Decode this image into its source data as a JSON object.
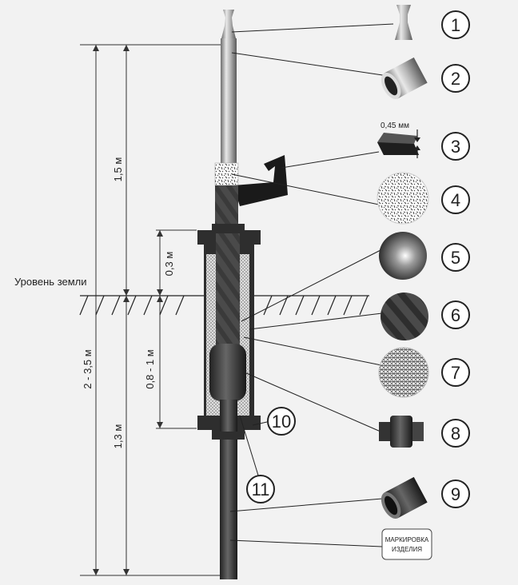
{
  "ground_level_label": "Уровень земли",
  "dimensions": {
    "upper_length": "1,5 м",
    "lower_length": "1,3 м",
    "total_depth": "2 - 3,5 м",
    "cap_height": "0,3 м",
    "body_height": "0,8 - 1 м",
    "tape_thickness": "0,45 мм"
  },
  "marking_label_line1": "МАРКИРОВКА",
  "marking_label_line2": "ИЗДЕЛИЯ",
  "callouts": [
    "1",
    "2",
    "3",
    "4",
    "5",
    "6",
    "7",
    "8",
    "9",
    "10",
    "11"
  ]
}
